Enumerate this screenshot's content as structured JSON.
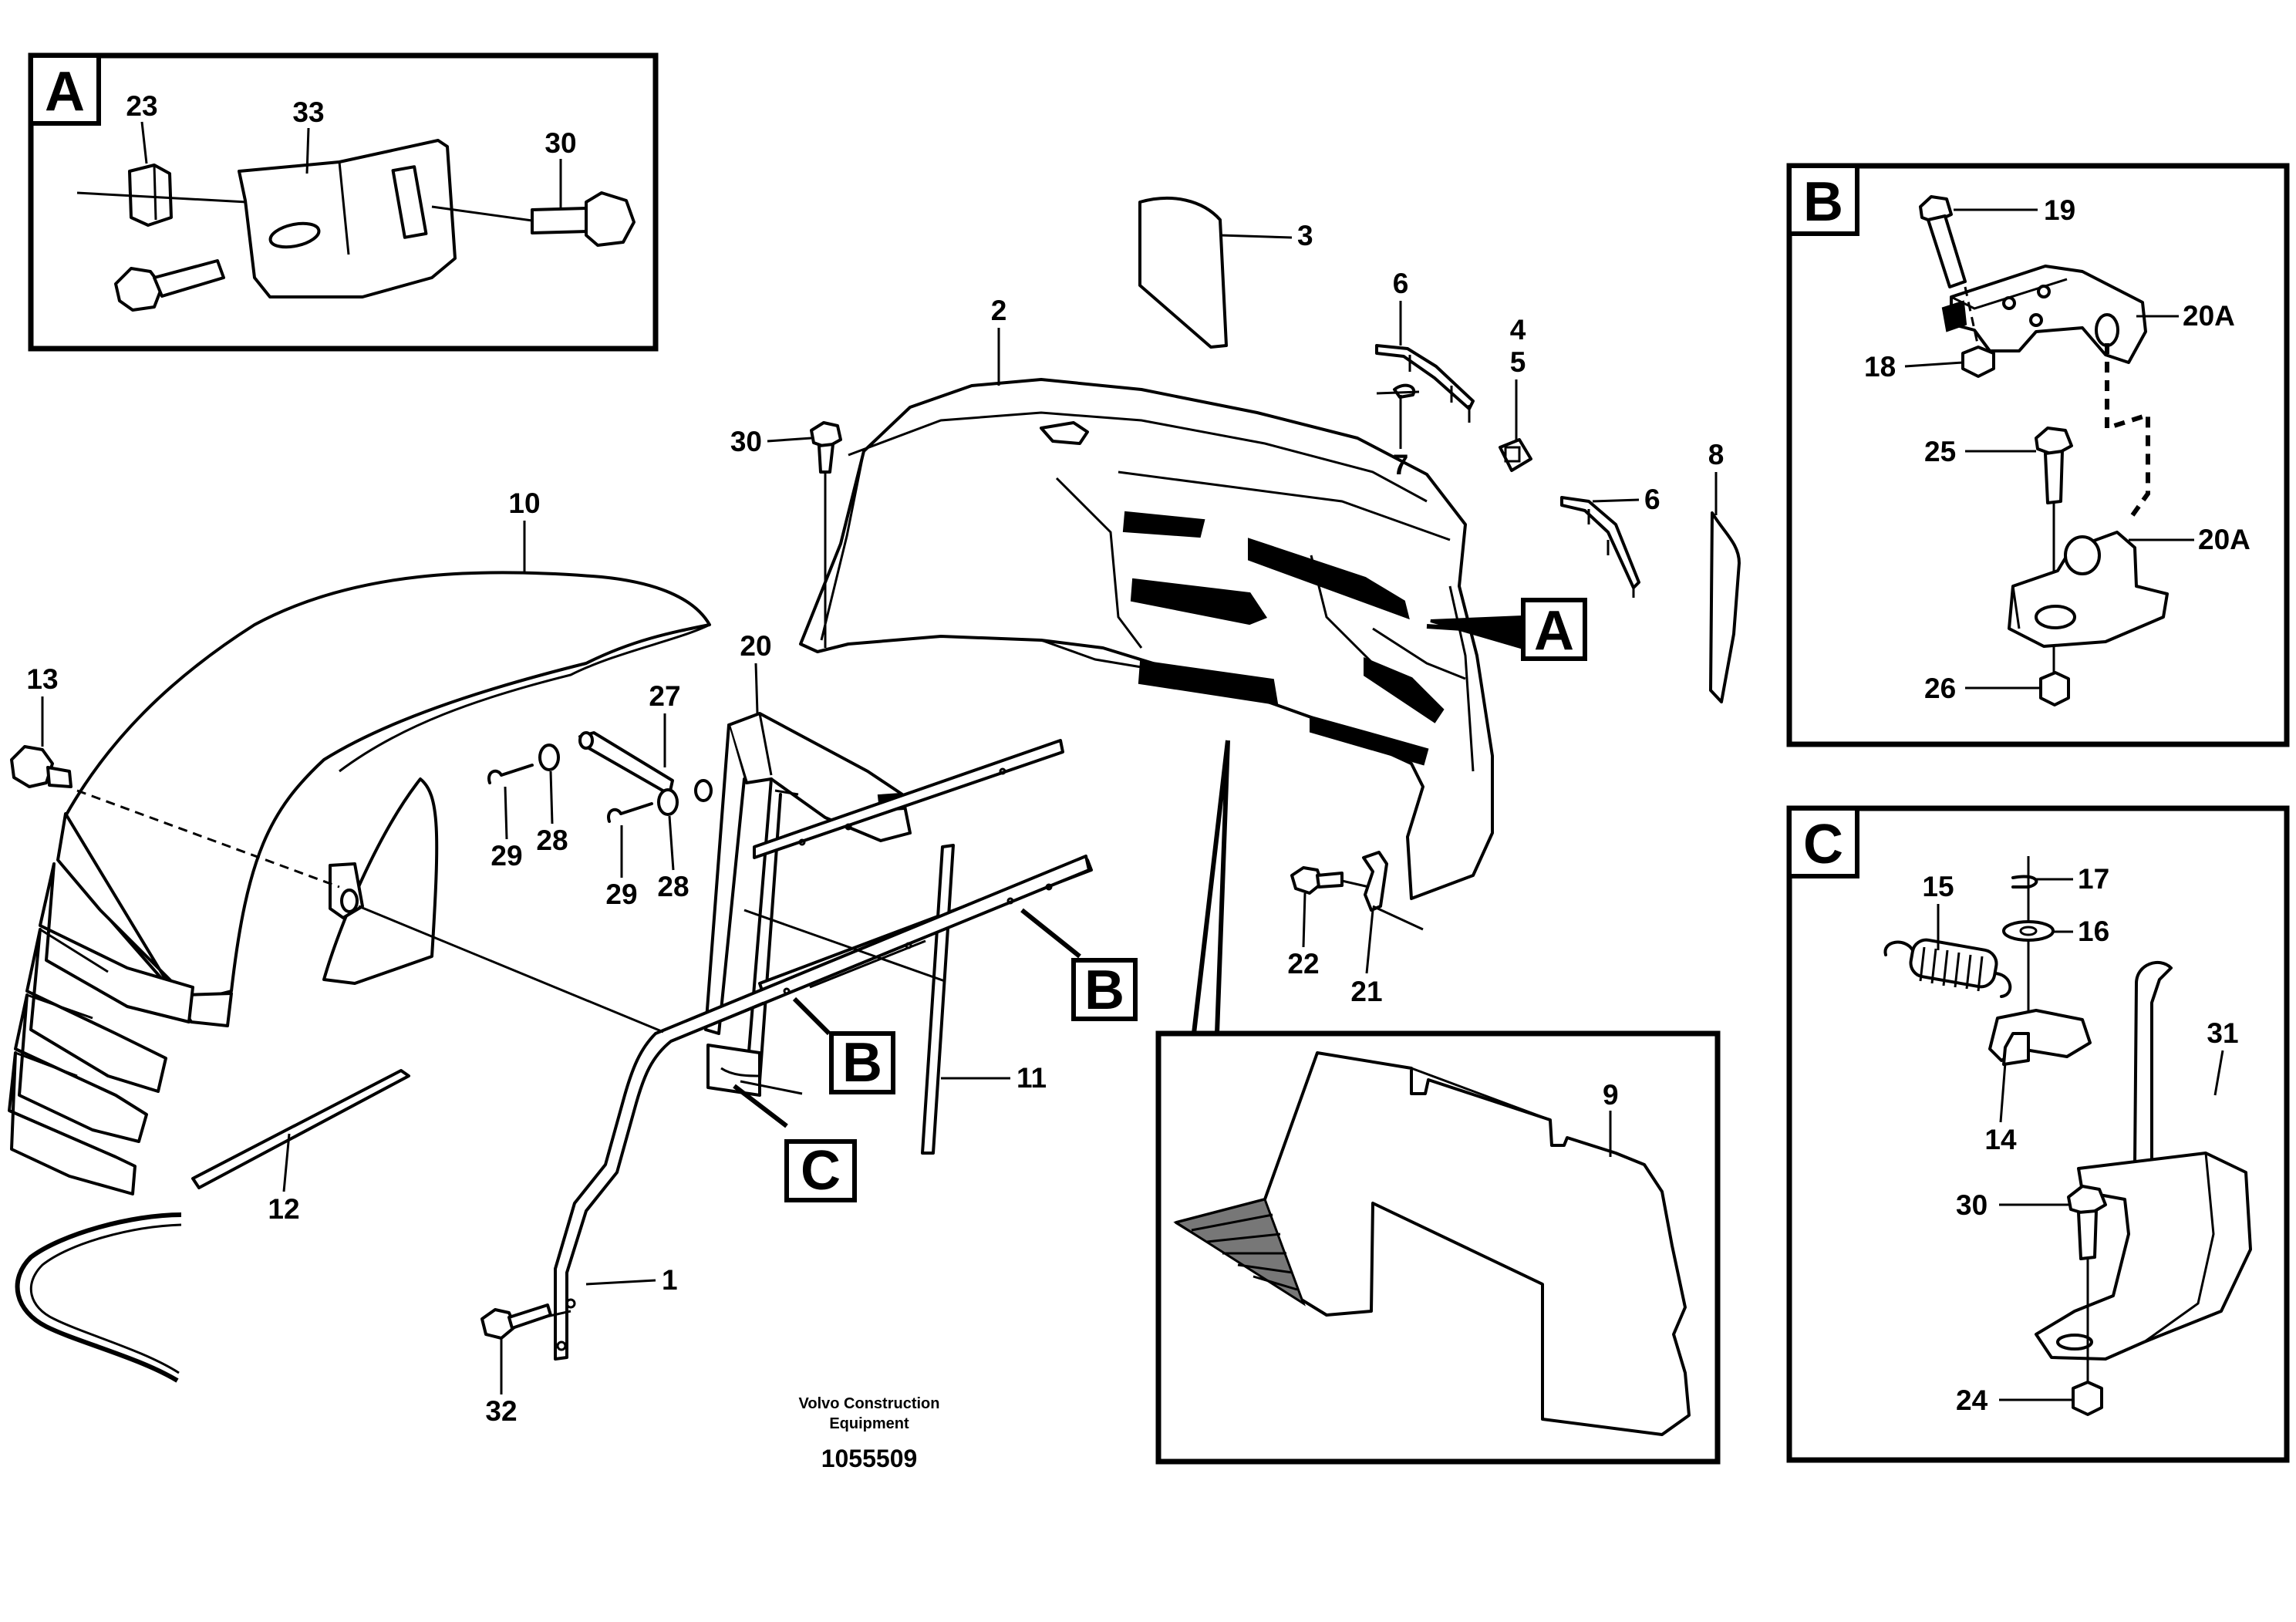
{
  "detail_letters": {
    "a": "A",
    "b": "B",
    "c": "C"
  },
  "callouts": {
    "n1": "1",
    "n2": "2",
    "n3": "3",
    "n4": "4",
    "n5": "5",
    "n6a": "6",
    "n6b": "6",
    "n7": "7",
    "n8": "8",
    "n9": "9",
    "n10": "10",
    "n11": "11",
    "n12": "12",
    "n13": "13",
    "n14": "14",
    "n15": "15",
    "n16": "16",
    "n17": "17",
    "n18": "18",
    "n19": "19",
    "n20": "20",
    "n20a_top": "20A",
    "n20a_bot": "20A",
    "n21": "21",
    "n22": "22",
    "n23": "23",
    "n24": "24",
    "n25": "25",
    "n26": "26",
    "n27": "27",
    "n28a": "28",
    "n28b": "28",
    "n29a": "29",
    "n29b": "29",
    "n30_detail_a": "30",
    "n30_main": "30",
    "n30_detail_c": "30",
    "n31": "31",
    "n32": "32",
    "n33": "33"
  },
  "footer": {
    "brand_line1": "Volvo Construction",
    "brand_line2": "Equipment",
    "doc_number": "1055509"
  }
}
